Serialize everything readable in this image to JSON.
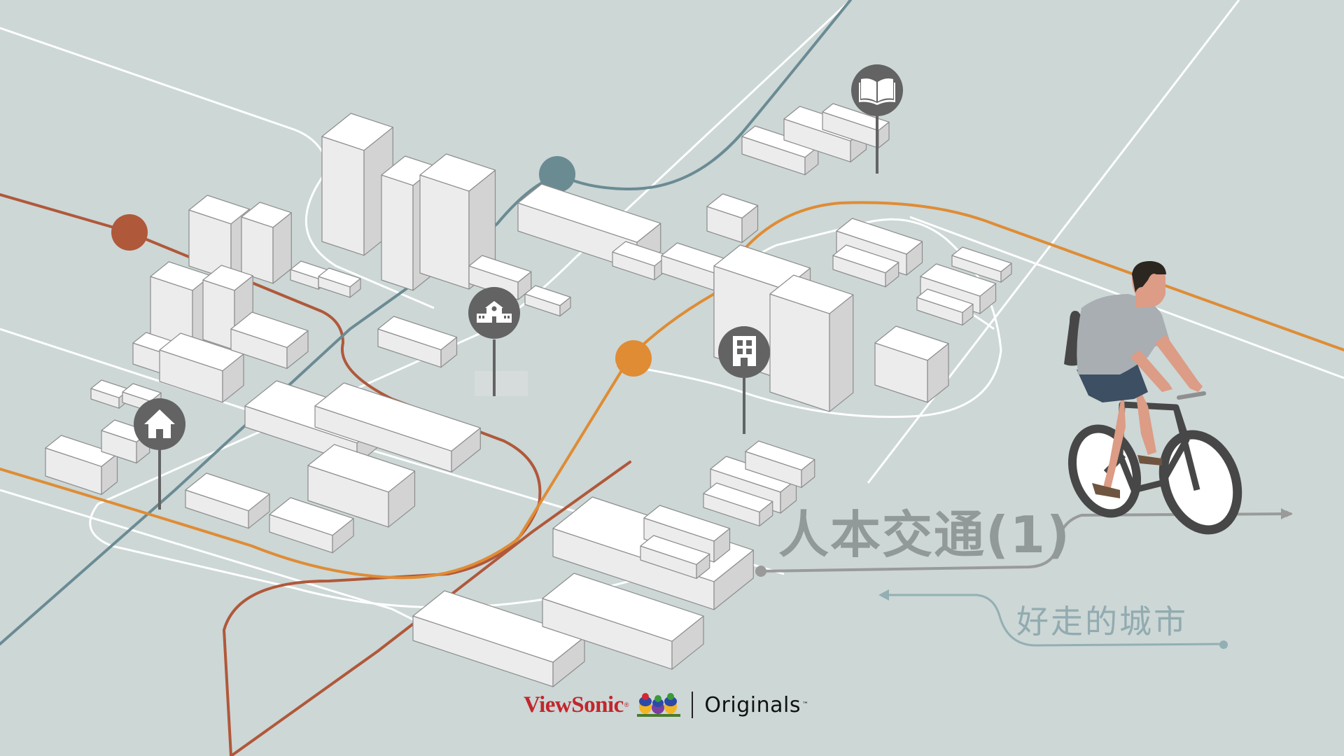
{
  "title": "人本交通(1)",
  "subtitle": "好走的城市",
  "brand": {
    "name": "ViewSonic",
    "registered_mark": "®",
    "series": "Originals",
    "trademark": "™"
  },
  "pins": [
    {
      "name": "home",
      "icon": "house-icon"
    },
    {
      "name": "school",
      "icon": "school-icon"
    },
    {
      "name": "office",
      "icon": "office-building-icon"
    },
    {
      "name": "library",
      "icon": "open-book-icon"
    }
  ],
  "transit_lines": [
    {
      "name": "red-line",
      "color": "#b0583a"
    },
    {
      "name": "blue-line",
      "color": "#6b8b93"
    },
    {
      "name": "orange-line",
      "color": "#df8c35"
    }
  ],
  "colors": {
    "background": "#ccd7d6",
    "road": "#ffffff",
    "pin": "#636363",
    "title_text": "#929a99",
    "subtitle_text": "#92abb0",
    "brand_red": "#c1272d"
  }
}
